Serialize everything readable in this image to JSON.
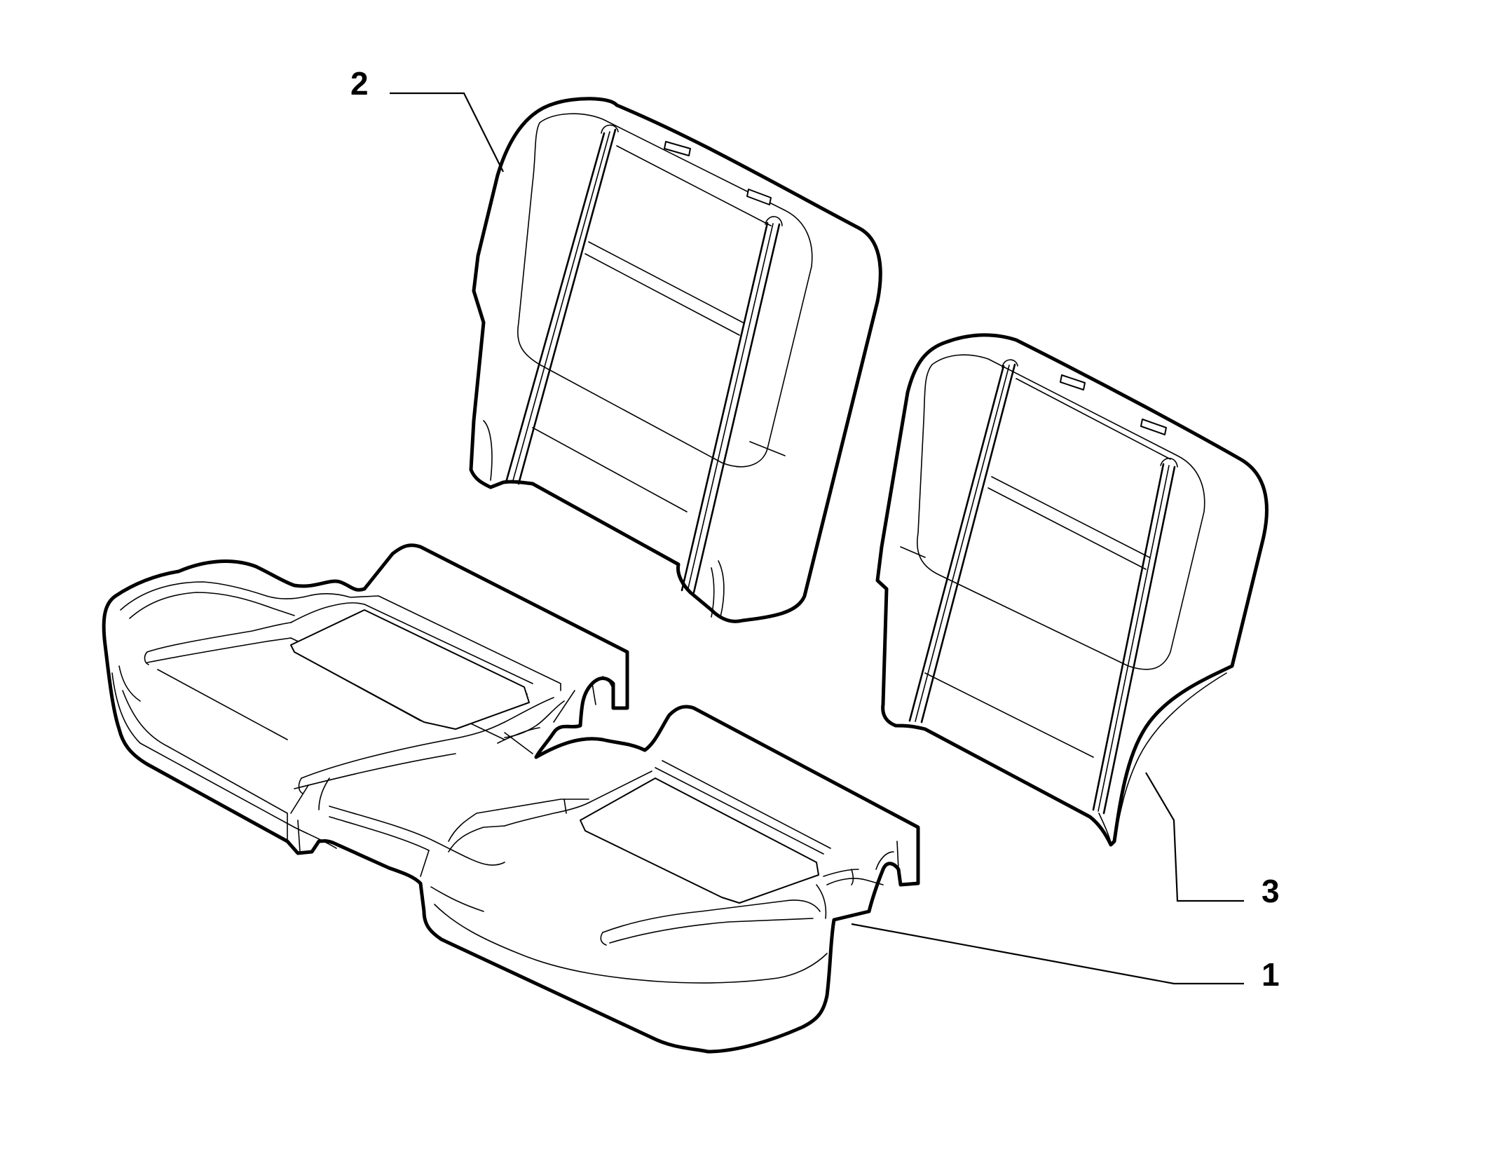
{
  "diagram": {
    "callouts": [
      {
        "id": "1",
        "label": "1",
        "part": "seat-cushion"
      },
      {
        "id": "2",
        "label": "2",
        "part": "left-backrest"
      },
      {
        "id": "3",
        "label": "3",
        "part": "right-backrest"
      }
    ],
    "colors": {
      "line": "#000000",
      "background": "#ffffff"
    }
  }
}
